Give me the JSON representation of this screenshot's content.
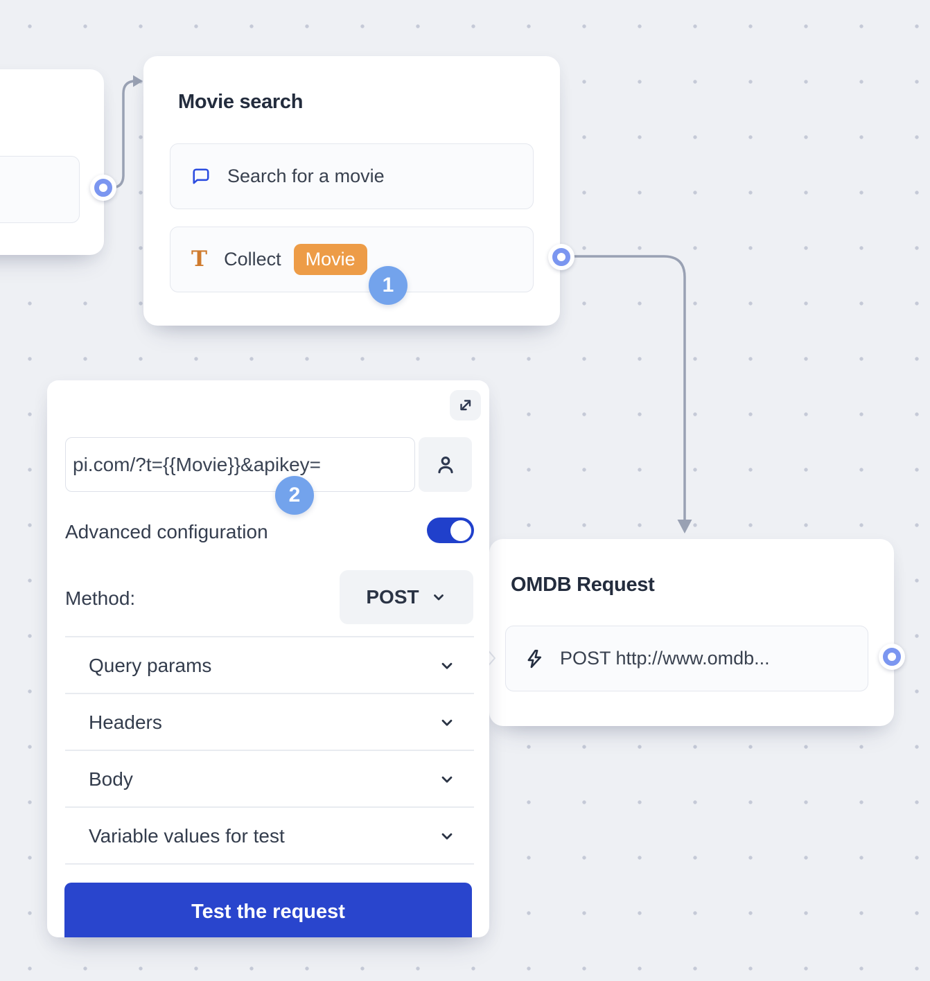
{
  "colors": {
    "background": "#eef0f4",
    "dot_grid": "#c5cad7",
    "primary_blue": "#2945cd",
    "toggle_blue": "#2040cb",
    "port_ring_blue": "#7b96f0",
    "step_badge_blue": "#73a3ec",
    "chip_orange": "#ed9c47",
    "connector_gray": "#99a1b3",
    "text_dark": "#232c3d"
  },
  "nodes": {
    "movie_search": {
      "title": "Movie search",
      "items": [
        {
          "icon": "chat-bubble-icon",
          "label": "Search for a movie"
        },
        {
          "icon": "text-collect-icon",
          "icon_glyph": "T",
          "label": "Collect",
          "variable_chip": "Movie"
        }
      ]
    },
    "omdb_request": {
      "title": "OMDB Request",
      "items": [
        {
          "icon": "lightning-icon",
          "label": "POST http://www.omdb..."
        }
      ]
    }
  },
  "panel": {
    "url_value": "pi.com/?t={{Movie}}&apikey=",
    "advanced_label": "Advanced configuration",
    "method_label": "Method:",
    "method_value": "POST",
    "sections": [
      "Query params",
      "Headers",
      "Body",
      "Variable values for test"
    ],
    "test_button_label": "Test the request"
  },
  "annotations": {
    "step1": "1",
    "step2": "2"
  }
}
